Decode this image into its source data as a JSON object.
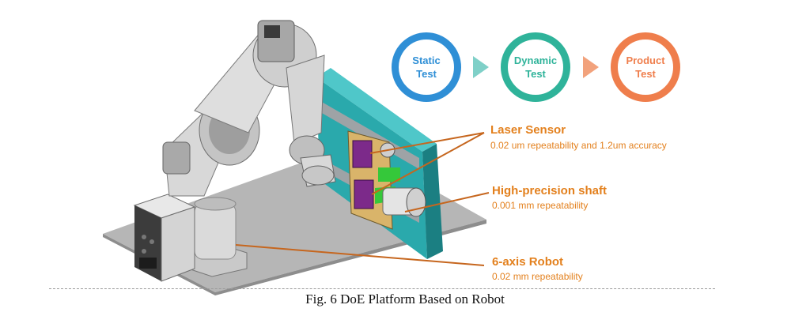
{
  "process_flow": [
    {
      "label": "Static\nTest",
      "color": "#2f8fd6"
    },
    {
      "label": "Dynamic\nTest",
      "color": "#2fb39a"
    },
    {
      "label": "Product\nTest",
      "color": "#ef7e4c"
    }
  ],
  "annotations": {
    "laser_sensor": {
      "title": "Laser Sensor",
      "description": "0.02 um repeatability and 1.2um accuracy"
    },
    "shaft": {
      "title": "High-precision shaft",
      "description": "0.001 mm repeatability"
    },
    "robot": {
      "title": "6-axis Robot",
      "description": "0.02 mm repeatability"
    }
  },
  "caption": "Fig. 6 DoE Platform Based on Robot",
  "colors": {
    "annotation": "#e3801d",
    "fixture": "#2aa9ac",
    "sensor": "#7c2a8a",
    "table": "#b2b2b2"
  }
}
